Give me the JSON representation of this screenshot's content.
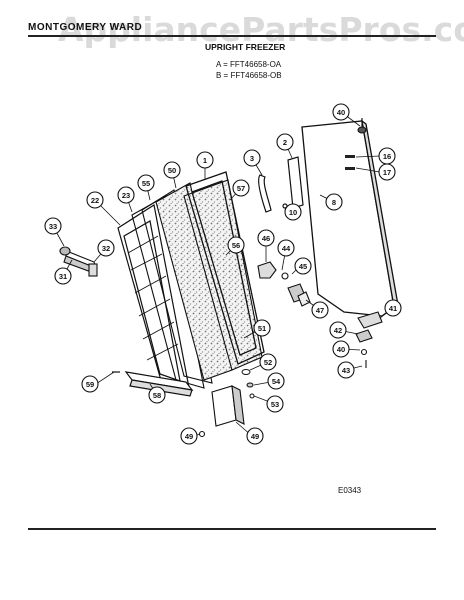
{
  "header": {
    "brand": "MONTGOMERY WARD",
    "title": "UPRIGHT FREEZER",
    "model_a": "A = FFT46658-OA",
    "model_b": "B = FFT46658-OB"
  },
  "watermark": "AppliancePartsPros.com",
  "diagram_code": "E0343",
  "callouts": [
    "40",
    "2",
    "3",
    "16",
    "17",
    "8",
    "10",
    "1",
    "50",
    "55",
    "57",
    "23",
    "22",
    "33",
    "32",
    "31",
    "46",
    "44",
    "45",
    "56",
    "47",
    "41",
    "42",
    "40",
    "43",
    "51",
    "52",
    "54",
    "53",
    "59",
    "58",
    "49",
    "49"
  ]
}
